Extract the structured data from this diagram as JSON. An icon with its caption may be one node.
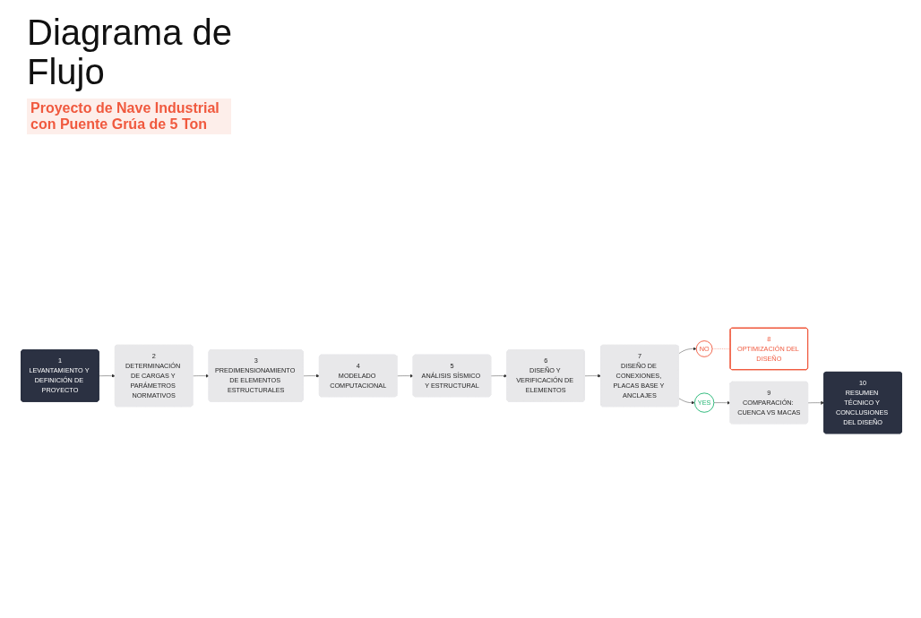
{
  "diagram": {
    "title": "Diagrama de Flujo",
    "nodes": [
      {
        "text": [
          "1",
          "LEVANTAMIENTO Y DEFINICIÓN DE PROYECTO"
        ]
      },
      {
        "text": [
          "2",
          "DETERMINACIÓN DE CARGAS Y PARÁMETROS NORMATIVOS"
        ]
      },
      {
        "text": [
          "3",
          "PREDIMENSIONAMIENTO DE ELEMENTOS ESTRUCTURALES"
        ]
      },
      {
        "text": [
          "4",
          "MODELADO COMPUTACIONAL"
        ]
      },
      {
        "text": [
          "5",
          "ANÁLISIS SÍSMICO Y ESTRUCTURAL"
        ]
      },
      {
        "text": [
          "6",
          "DISEÑO Y VERIFICACIÓN DE ELEMENTOS"
        ]
      },
      {
        "text": [
          "7",
          "DISEÑO DE CONEXIONES, PLACAS BASE Y ANCLAJES"
        ]
      },
      {
        "text": [
          "NO"
        ]
      },
      {
        "text": [
          "8",
          "OPTIMIZACIÓN DEL DISEÑO"
        ]
      },
      {
        "text": [
          "YES"
        ]
      },
      {
        "text": [
          "9",
          "COMPARACIÓN: CUENCA VS MACAS"
        ]
      },
      {
        "text": [
          "10",
          "RESUMEN TÉCNICO Y CONCLUSIONES DEL DISEÑO"
        ]
      }
    ],
    "edges": [
      {
        "from": 0,
        "to": 1,
        "arrow": "to"
      },
      {
        "from": 1,
        "to": 2,
        "arrow": "to"
      },
      {
        "from": 2,
        "to": 3,
        "arrow": "to"
      },
      {
        "from": 3,
        "to": 4,
        "arrow": "to"
      },
      {
        "from": 4,
        "to": 5,
        "arrow": "to"
      },
      {
        "from": 5,
        "to": 6,
        "arrow": "to"
      },
      {
        "from": 6,
        "to": 7,
        "arrow": "to"
      },
      {
        "from": 7,
        "to": 8,
        "arrow": "none",
        "style": "dashed",
        "color": "#f0593e"
      },
      {
        "from": 6,
        "to": 9,
        "arrow": "to"
      },
      {
        "from": 9,
        "to": 10,
        "arrow": "to"
      },
      {
        "from": 10,
        "to": 11,
        "arrow": "to"
      }
    ],
    "labels": [
      "Proyecto de Nave Industrial con Puente Grúa de 5 Ton"
    ]
  }
}
